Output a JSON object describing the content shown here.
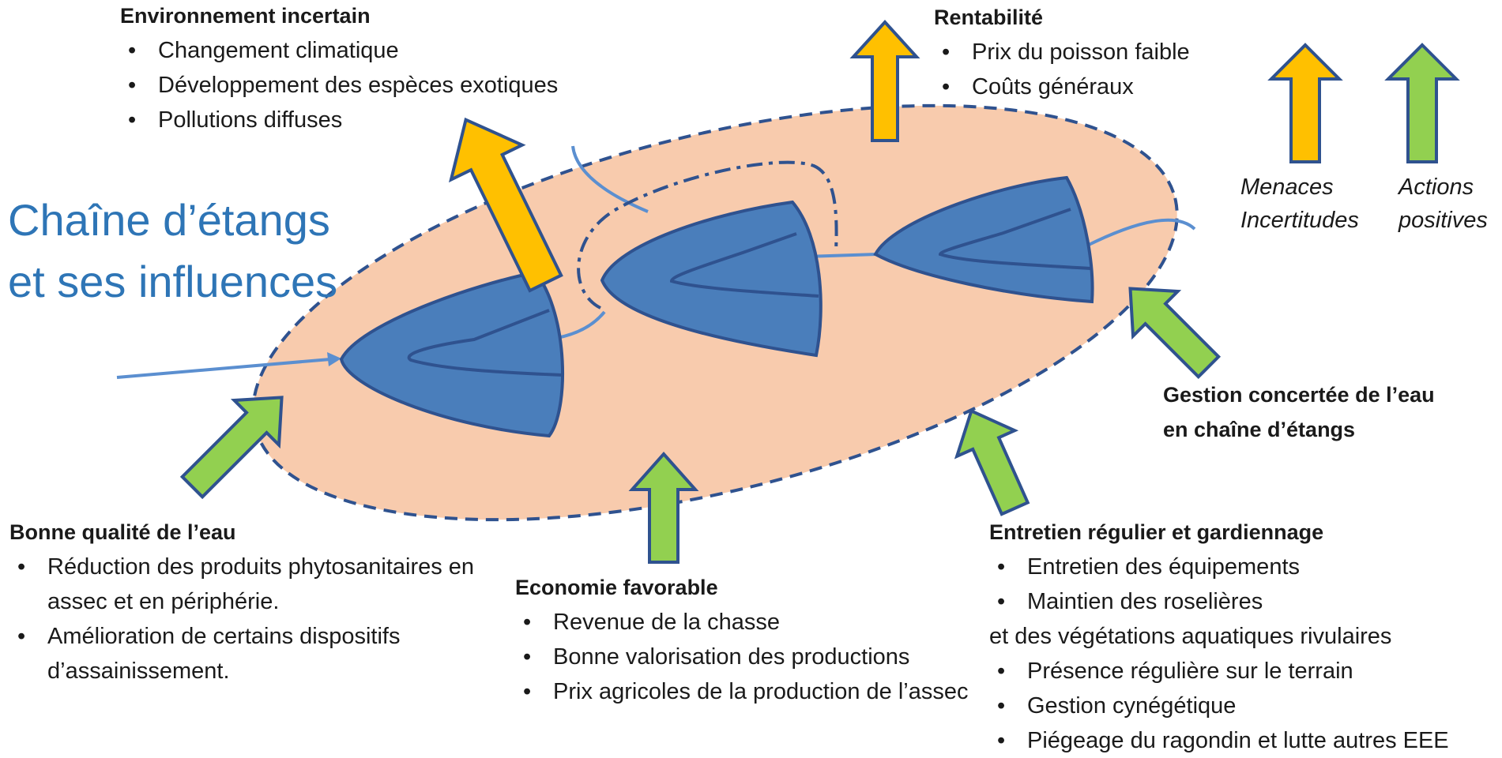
{
  "title": {
    "line1": "Chaîne d’étangs",
    "line2": "et ses influences"
  },
  "legend": {
    "threats": {
      "line1": "Menaces",
      "line2": "Incertitudes",
      "color": "#ffc000"
    },
    "positive": {
      "line1": "Actions",
      "line2": "positives",
      "color": "#92d050"
    }
  },
  "colors": {
    "ellipse_fill": "#f8cbad",
    "ellipse_stroke": "#2f528f",
    "pond_fill": "#4a7ebb",
    "pond_stroke": "#2f528f",
    "water_link": "#5b8fd0",
    "title": "#2e75b6"
  },
  "blocks": {
    "environnement": {
      "heading": "Environnement incertain",
      "items": [
        "Changement climatique",
        "Développement des espèces exotiques",
        " Pollutions diffuses"
      ]
    },
    "rentabilite": {
      "heading": "Rentabilité",
      "items": [
        "Prix du poisson faible",
        "Coûts généraux"
      ]
    },
    "gestion": {
      "line1": "Gestion concertée de l’eau",
      "line2": "en chaîne d’étangs"
    },
    "qualite": {
      "heading": "Bonne qualité de l’eau",
      "items": [
        "Réduction des produits phytosanitaires en assec et en périphérie.",
        "Amélioration de certains dispositifs d’assainissement."
      ]
    },
    "economie": {
      "heading": "Economie favorable",
      "items": [
        "Revenue de la chasse",
        "Bonne valorisation des productions",
        "Prix agricoles de la production de l’assec"
      ]
    },
    "entretien": {
      "heading": "Entretien régulier et gardiennage",
      "items": [
        "Entretien des équipements",
        "Maintien des roselières"
      ],
      "plain": "et des végétations aquatiques rivulaires",
      "items2": [
        "Présence régulière sur le terrain",
        "Gestion cynégétique",
        "Piégeage du ragondin et lutte autres EEE"
      ]
    }
  }
}
